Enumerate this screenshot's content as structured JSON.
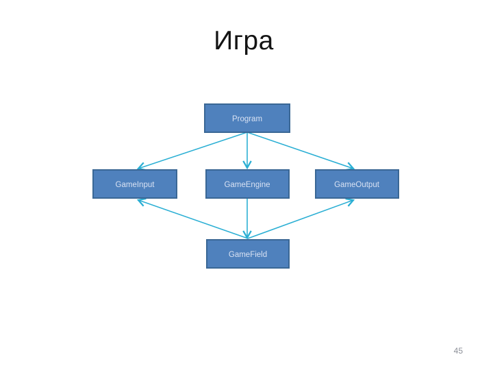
{
  "slide": {
    "title": "Игра",
    "page_number": "45"
  },
  "diagram": {
    "nodes": {
      "program": {
        "label": "Program"
      },
      "gameinput": {
        "label": "GameInput"
      },
      "gameengine": {
        "label": "GameEngine"
      },
      "gameoutput": {
        "label": "GameOutput"
      },
      "gamefield": {
        "label": "GameField"
      }
    },
    "edges": [
      {
        "from": "Program",
        "to": "GameInput"
      },
      {
        "from": "Program",
        "to": "GameEngine"
      },
      {
        "from": "Program",
        "to": "GameOutput"
      },
      {
        "from": "GameEngine",
        "to": "GameField"
      },
      {
        "from": "GameField",
        "to": "GameInput"
      },
      {
        "from": "GameField",
        "to": "GameOutput"
      }
    ],
    "colors": {
      "node_fill": "#4f81bd",
      "node_border": "#3a6795",
      "node_text": "#d9e2f3",
      "arrow": "#2bafd4",
      "title_text": "#141414",
      "page_number_text": "#8d9199"
    }
  }
}
